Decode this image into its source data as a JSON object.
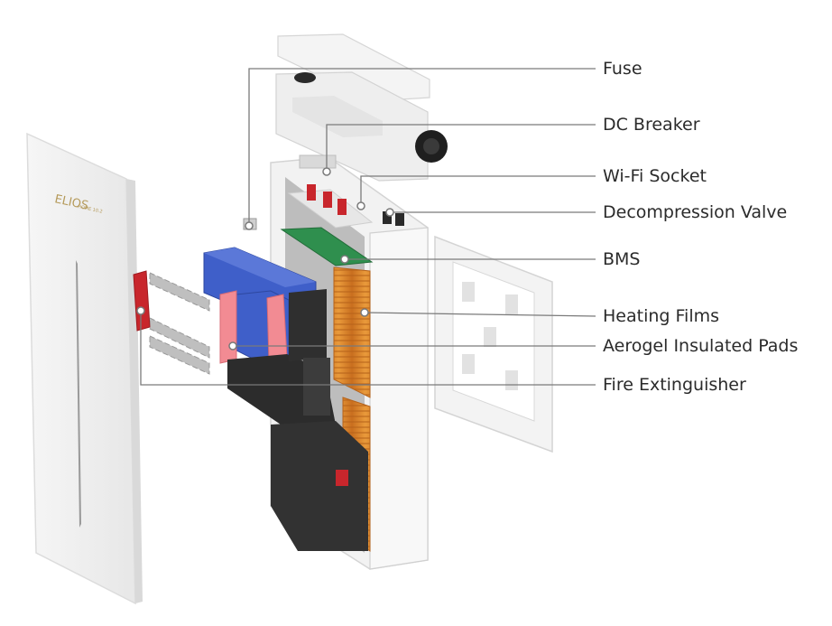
{
  "diagram": {
    "brand": {
      "logo_main": "ELIOS",
      "logo_sub": "HOME 10.2"
    },
    "callouts": [
      {
        "id": "fuse",
        "label": "Fuse"
      },
      {
        "id": "dc-breaker",
        "label": "DC Breaker"
      },
      {
        "id": "wifi-socket",
        "label": "Wi-Fi Socket"
      },
      {
        "id": "decompression-valve",
        "label": "Decompression Valve"
      },
      {
        "id": "bms",
        "label": "BMS"
      },
      {
        "id": "heating-films",
        "label": "Heating Films"
      },
      {
        "id": "aerogel-pads",
        "label": "Aerogel Insulated Pads"
      },
      {
        "id": "fire-extinguisher",
        "label": "Fire Extinguisher"
      }
    ],
    "colors": {
      "leader_line": "#7a7a7a",
      "enclosure": "#f1f1f1",
      "enclosure_edge": "#d6d6d6",
      "cells_blue": "#3f5fc9",
      "aerogel_pink": "#f28b93",
      "heating_orange": "#e08a2c",
      "bms_green": "#2f8f4e",
      "extinguisher_red": "#c8262c",
      "module_dark": "#2c2c2c"
    }
  }
}
